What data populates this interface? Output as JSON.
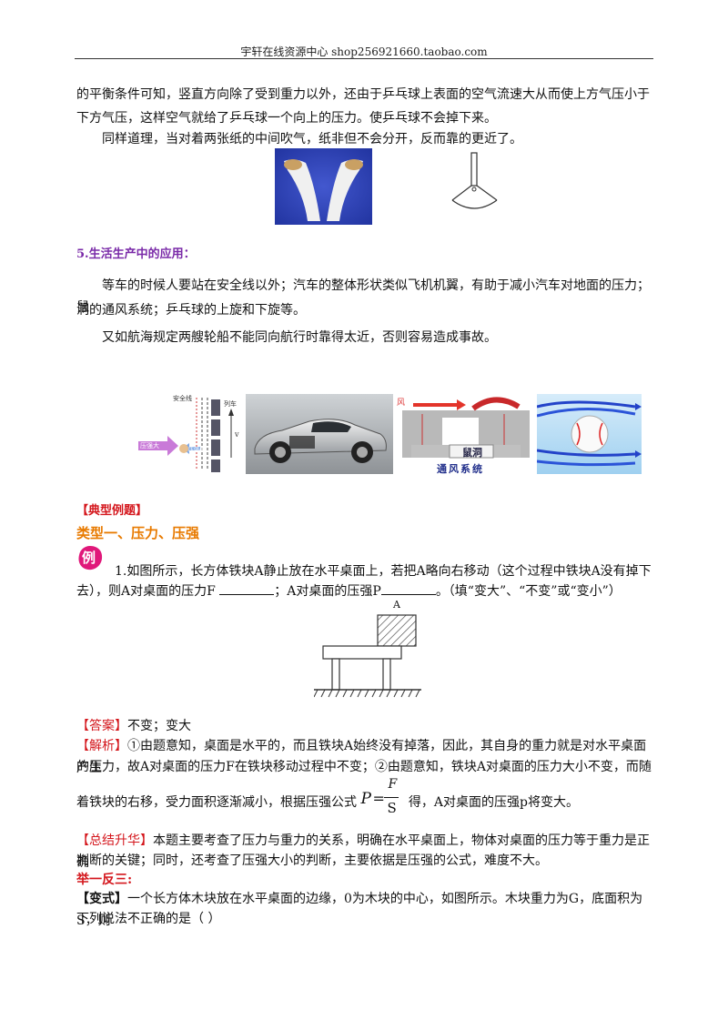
{
  "header": {
    "text": "宇轩在线资源中心   shop256921660.taobao.com"
  },
  "intro": {
    "line1": "的平衡条件可知，竖直方向除了受到重力以外，还由于乒乓球上表面的空气流速大从而使上方气压小于",
    "line2": "下方气压，这样空气就给了乒乓球一个向上的压力。使乒乓球不会掉下来。",
    "line3": "同样道理，当对着两张纸的中间吹气，纸非但不会分开，反而靠的更近了。"
  },
  "section5": {
    "title": "5.生活生产中的应用：",
    "para1_line1": "等车的时候人要站在安全线以外；汽车的整体形状类似飞机机翼，有助于减小汽车对地面的压力；鼠",
    "para1_line2": "洞的通风系统；乒乓球的上旋和下旋等。",
    "para2": "又如航海规定两艘轮船不能同向航行时靠得太近，否则容易造成事故。"
  },
  "images": {
    "station": {
      "safety_line": "安全线",
      "train": "列车",
      "pressure_big": "压强大",
      "pressure_small": "压强小",
      "v_label": "v"
    },
    "mousehole": {
      "wind": "风",
      "hole": "鼠洞",
      "caption": "通风系统"
    }
  },
  "examples": {
    "title": "【典型例题】",
    "type1": "类型一、压力、压强",
    "badge": "例",
    "q1_line1": "1.如图所示，长方体铁块A静止放在水平桌面上，若把A略向右移动（这个过程中铁块A没有掉下",
    "q1_line2a": "去），则A对桌面的压力F ",
    "q1_line2b": "；A对桌面的压强P",
    "q1_line2c": "。（填“变大”、“不变”或“变小”）",
    "block_label": "A",
    "answer_tag": "【答案】",
    "answer": "不变；变大",
    "analysis_tag": "【解析】",
    "analysis_line1": "①由题意知，桌面是水平的，而且铁块A始终没有掉落，因此，其自身的重力就是对水平桌面产生",
    "analysis_line2": "的压力，故A对桌面的压力F在铁块移动过程中不变；②由题意知，铁块A对桌面的压力大小不变，而随",
    "analysis_line3a": "着铁块的右移，受力面积逐渐减小，根据压强公式",
    "analysis_line3b": "得，A对桌面的压强p将变大。",
    "formula_p": "P",
    "formula_eq": "=",
    "formula_num": "F",
    "formula_den": "S",
    "summary_tag": "【总结升华】",
    "summary_line1": "本题主要考查了压力与重力的关系，明确在水平桌面上，物体对桌面的压力等于重力是正确",
    "summary_line2": "判断的关键；同时，还考查了压强大小的判断，主要依据是压强的公式，难度不大。",
    "practice_tag": "举一反三:",
    "variant_tag": "【变式】",
    "variant_line1": "一个长方体木块放在水平桌面的边缘，0为木块的中心，如图所示。木块重力为G，底面积为S，则",
    "variant_line2": "下列说法不正确的是（      ）"
  },
  "colors": {
    "purple": "#7a2aa8",
    "red": "#d4161c",
    "orange": "#e87a00"
  }
}
